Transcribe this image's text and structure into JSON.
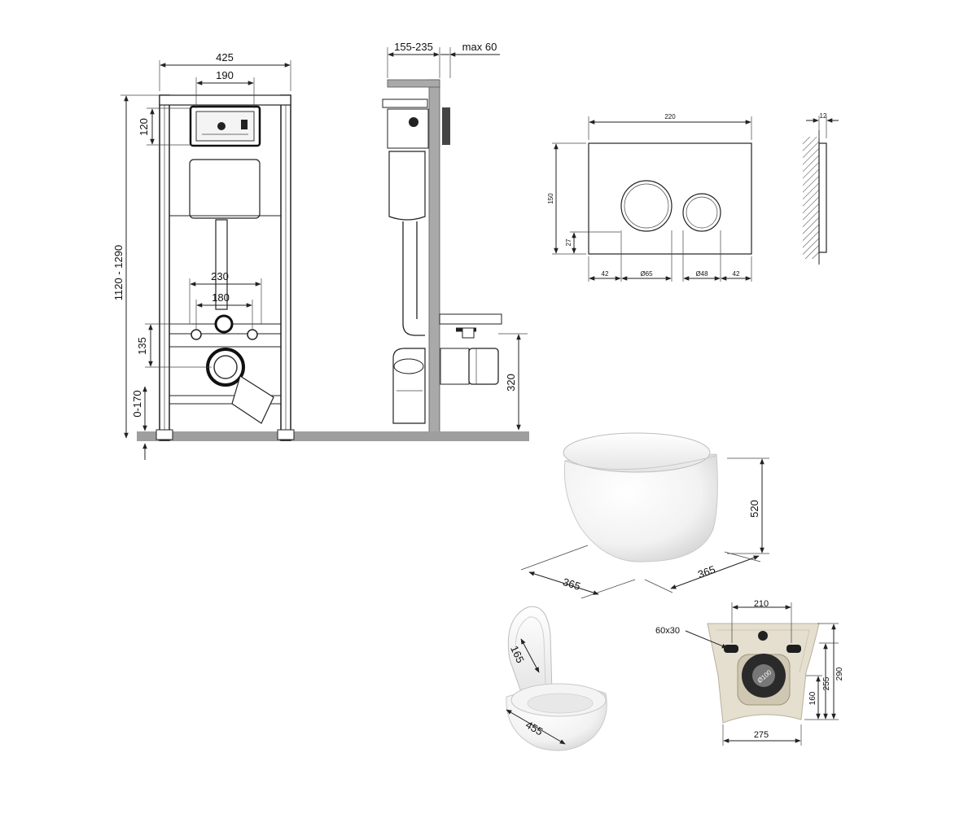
{
  "frame_front": {
    "width_total": "425",
    "width_panel": "190",
    "height_total": "1120 - 1290",
    "height_panel": "120",
    "spacing_outer": "230",
    "spacing_inner": "180",
    "height_outlet": "135",
    "height_feet": "0-170"
  },
  "frame_side": {
    "depth_range": "155-235",
    "wall_max": "max 60",
    "height_outlet": "320"
  },
  "flush_plate": {
    "width": "220",
    "thickness": "12",
    "height": "150",
    "bottom_offset": "27",
    "left_margin": "42",
    "large_button": "Ø65",
    "small_button": "Ø48",
    "right_margin": "42"
  },
  "toilet_standard": {
    "height": "520",
    "depth": "365",
    "width": "365"
  },
  "toilet_rimless": {
    "seat_dim": "165",
    "length": "455"
  },
  "toilet_back": {
    "mount_spacing": "210",
    "mount_holes": "60x30",
    "outlet_dia": "Ø100",
    "height_160": "160",
    "height_255": "255",
    "height_290": "290",
    "base_width": "275"
  },
  "colors": {
    "line": "#222222",
    "frame_grey": "#a9a9a9",
    "ceramic_beige": "#e5dfcf",
    "floor": "#9e9e9e"
  }
}
